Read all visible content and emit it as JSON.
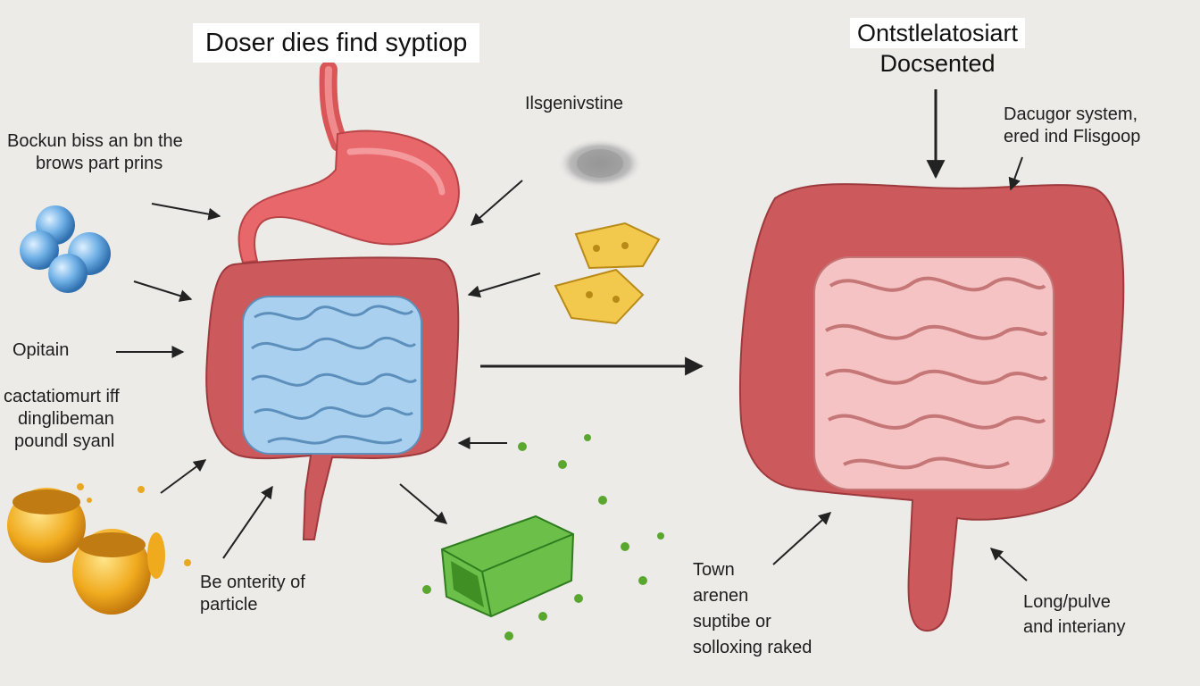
{
  "left_title": "Doser dies find syptiop",
  "right_title": [
    "Ontstlelatosiart",
    "Docsented"
  ],
  "left_labels": {
    "top": [
      "Bockun biss an bn the",
      "brows part prins"
    ],
    "middle": "Opitain",
    "lower": [
      "cactatiomurt iff",
      "dinglibeman",
      "poundl syanl"
    ],
    "bottom": [
      "Be onterity of",
      "particle"
    ]
  },
  "center_label": "Ilsgenivstine",
  "right_labels": {
    "top": [
      "Dacugor system,",
      "ered ind Flisgoop"
    ],
    "bottom_left": [
      "Town",
      "arenen",
      "suptibe or",
      "solloxing raked"
    ],
    "bottom_right": [
      "Long/pulve",
      "and interiany"
    ]
  },
  "colors": {
    "background": "#ecebe8",
    "stomach": "#e8676b",
    "colon": "#cc5a5c",
    "small_intestine_left": "#a9d0ee",
    "small_intestine_right": "#f6c3c4",
    "arrow": "#222222",
    "fiber": "#5aa72f",
    "fat": "#e8a825",
    "protein": "#6fb0e6"
  },
  "icons": [
    "protein-molecules-icon",
    "dust-particles-icon",
    "cracker-food-icon",
    "fiber-food-icon",
    "fat-bowls-icon"
  ]
}
